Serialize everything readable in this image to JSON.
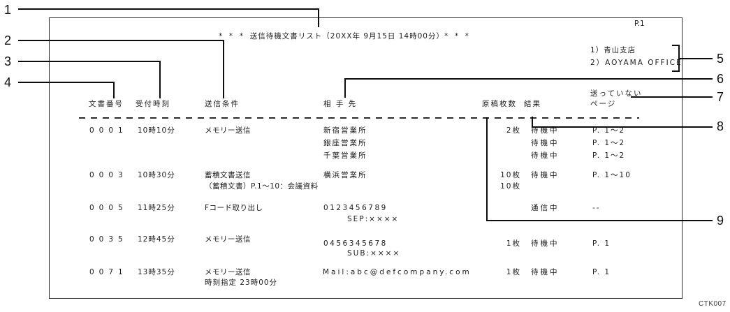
{
  "figure": {
    "image_code": "CTK007",
    "callout_labels": [
      "1",
      "2",
      "3",
      "4",
      "5",
      "6",
      "7",
      "8",
      "9"
    ],
    "callout_targets": {
      "1": "list-title",
      "2": "send-condition-column",
      "3": "received-time-column",
      "4": "document-number-column",
      "5": "own-name-lines",
      "6": "destination-column",
      "7": "unsent-pages-column",
      "8": "result-column",
      "9": "page-count-column"
    },
    "line_color": "#0d0d0d",
    "text_color": "#1c1c1c"
  },
  "document": {
    "page_indicator": "P.1",
    "title": "*  *  *  送信待機文書リスト（20XX年 9月15日 14時00分）*  *  *",
    "sender_lines": [
      "1）青山支店",
      "2）AOYAMA OFFICE"
    ],
    "columns": {
      "doc_no": "文書番号",
      "received_time": "受付時刻",
      "send_condition": "送信条件",
      "destination": "相 手 先",
      "page_count": "原稿枚数",
      "result": "結果",
      "unsent_line1": "送っていない",
      "unsent_line2": "ページ"
    },
    "rows": [
      {
        "doc_no": "0001",
        "received_time": "10時10分",
        "send_condition": "メモリー送信",
        "destinations": [
          "新宿営業所",
          "銀座営業所",
          "千葉営業所"
        ],
        "pages": "2枚",
        "results": [
          "待機中",
          "待機中",
          "待機中"
        ],
        "unsent": [
          "P. 1～2",
          "P. 1～2",
          "P. 1～2"
        ]
      },
      {
        "doc_no": "0003",
        "received_time": "10時30分",
        "send_condition": "蓄積文書送信",
        "condition_note": "（蓄積文書）P.1～10：会議資料",
        "destinations": [
          "横浜営業所"
        ],
        "pages": "10枚",
        "pages_line2": "10枚",
        "results": [
          "待機中"
        ],
        "unsent": [
          "P. 1～10"
        ]
      },
      {
        "doc_no": "0005",
        "received_time": "11時25分",
        "send_condition": "Fコード取り出し",
        "destinations": [
          "0123456789"
        ],
        "destination_sub": "SEP:××××",
        "pages": "",
        "results": [
          "通信中"
        ],
        "unsent": [
          "--"
        ]
      },
      {
        "doc_no": "0035",
        "received_time": "12時45分",
        "send_condition": "メモリー送信",
        "destinations": [
          "0456345678"
        ],
        "destination_sub": "SUB:××××",
        "pages": "1枚",
        "results": [
          "待機中"
        ],
        "unsent": [
          "P. 1"
        ]
      },
      {
        "doc_no": "0071",
        "received_time": "13時35分",
        "send_condition": "メモリー送信",
        "condition_note": "時刻指定 23時00分",
        "destinations": [
          "Mail:abc@defcompany.com"
        ],
        "pages": "1枚",
        "results": [
          "待機中"
        ],
        "unsent": [
          "P. 1"
        ]
      }
    ]
  }
}
